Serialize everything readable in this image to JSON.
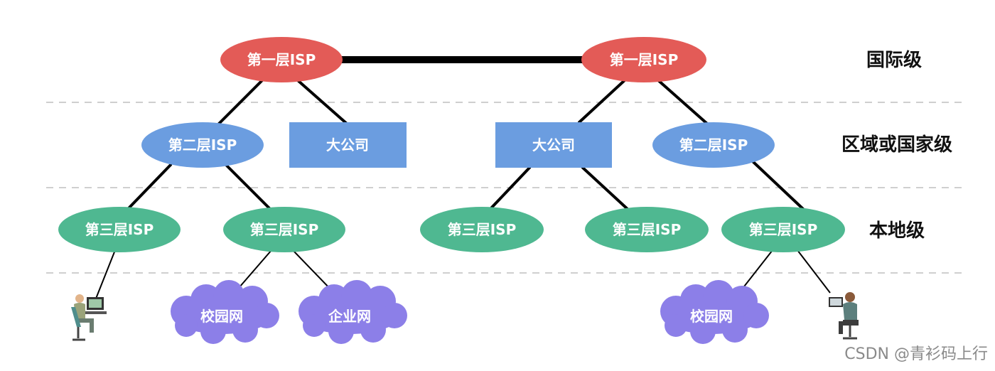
{
  "levels": {
    "international": "国际级",
    "regional": "区域或国家级",
    "local": "本地级"
  },
  "nodes": {
    "tier1_left": "第一层ISP",
    "tier1_right": "第一层ISP",
    "tier2_left": "第二层ISP",
    "tier2_right": "第二层ISP",
    "company_left": "大公司",
    "company_right": "大公司",
    "tier3_1": "第三层ISP",
    "tier3_2": "第三层ISP",
    "tier3_3": "第三层ISP",
    "tier3_4": "第三层ISP",
    "tier3_5": "第三层ISP"
  },
  "clouds": {
    "campus_left": "校园网",
    "enterprise": "企业网",
    "campus_right": "校园网"
  },
  "watermark": "CSDN @青衫码上行",
  "colors": {
    "tier1": "#e35b57",
    "tier2": "#6b9de0",
    "company": "#6b9de0",
    "tier3": "#4fb891",
    "cloud": "#8c7fe8"
  },
  "icons": [
    "user-computer-icon",
    "user-computer-icon"
  ]
}
